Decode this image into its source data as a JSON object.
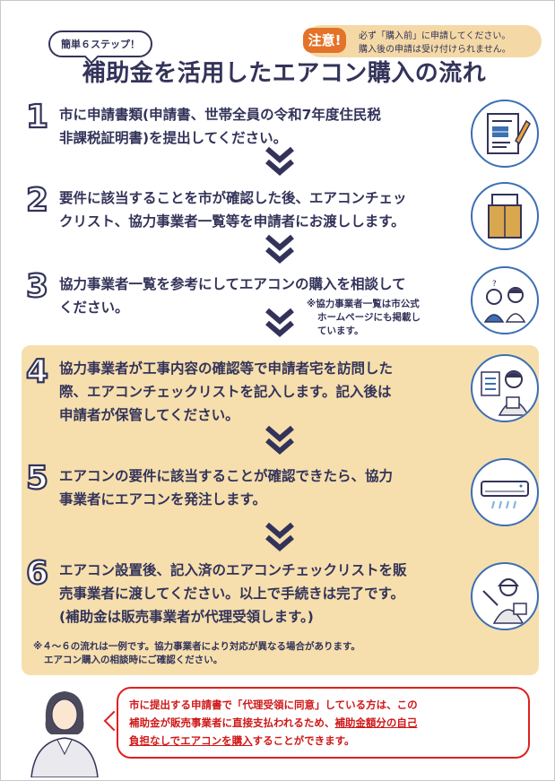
{
  "badge": "簡単６ステップ！",
  "caution": {
    "tag": "注意!",
    "line1": "必ず「購入前」に申請してください。",
    "line2": "購入後の申請は受け付けられません。"
  },
  "title": "補助金を活用したエアコン購入の流れ",
  "steps": [
    {
      "num": "1",
      "lines": [
        "市に申請書類(申請書、世帯全員の令和7年度住民税",
        "非課税証明書)を提出してください。"
      ],
      "icon": "document-pen-icon"
    },
    {
      "num": "2",
      "lines": [
        "要件に該当することを市が確認した後、エアコンチェッ",
        "クリスト、協力事業者一覧等を申請者にお渡しします。"
      ],
      "icon": "envelope-documents-icon"
    },
    {
      "num": "3",
      "lines": [
        "協力事業者一覧を参考にしてエアコンの購入を相談して",
        "ください。"
      ],
      "icon": "consultation-people-icon"
    },
    {
      "num": "4",
      "lines": [
        "協力事業者が工事内容の確認等で申請者宅を訪問した",
        "際、エアコンチェックリストを記入します。記入後は",
        "申請者が保管してください。"
      ],
      "icon": "worker-checklist-icon"
    },
    {
      "num": "5",
      "lines": [
        "エアコンの要件に該当することが確認できたら、協力",
        "事業者にエアコンを発注します。"
      ],
      "icon": "air-conditioner-icon"
    },
    {
      "num": "6",
      "lines": [
        "エアコン設置後、記入済のエアコンチェックリストを販",
        "売事業者に渡してください。以上で手続きは完了です。",
        "(補助金は販売事業者が代理受領します。)"
      ],
      "icon": "worker-presenting-icon"
    }
  ],
  "note3": [
    "※協力事業者一覧は市公式",
    "ホームページにも掲載し",
    "ています。"
  ],
  "note46": [
    "※４～６の流れは一例です。協力事業者により対応が異なる場合があります。",
    "エアコン購入の相談時にご確認ください。"
  ],
  "bubble": {
    "l1": "市に提出する申請書で「代理受領に同意」している方は、この",
    "l2a": "補助金が販売事業者に直接支払われるため、",
    "l2b": "補助金額分の自己",
    "l3a": "負担なしでエアコンを購入",
    "l3b": "することができます。"
  },
  "colors": {
    "navy": "#33335a",
    "step_bg": "#f6dfad",
    "accent_orange": "#e37329",
    "caution_bg": "#f4d9a6",
    "red": "#d01818",
    "icon_ring": "#3c6fb4"
  }
}
